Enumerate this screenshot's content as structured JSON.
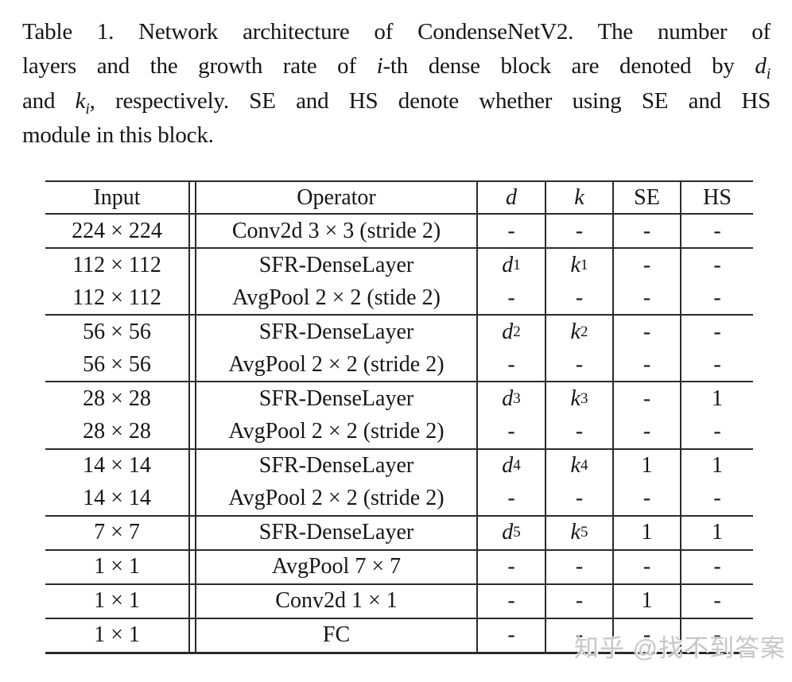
{
  "caption": {
    "lines": [
      {
        "justify": true,
        "segments": [
          {
            "t": "Table 1. Network architecture of CondenseNetV2. The number of"
          }
        ]
      },
      {
        "justify": true,
        "segments": [
          {
            "t": "layers and the growth rate of "
          },
          {
            "t": "i",
            "italic": true
          },
          {
            "t": "-th dense block are denoted by "
          },
          {
            "t": "d",
            "italic": true
          },
          {
            "t": "i",
            "italic": true,
            "sub": true
          }
        ]
      },
      {
        "justify": true,
        "segments": [
          {
            "t": "and "
          },
          {
            "t": "k",
            "italic": true
          },
          {
            "t": "i",
            "italic": true,
            "sub": true
          },
          {
            "t": ", respectively. SE and HS denote whether using SE and HS"
          }
        ]
      },
      {
        "justify": false,
        "segments": [
          {
            "t": "module in this block."
          }
        ]
      }
    ]
  },
  "table": {
    "headers": [
      {
        "label": "Input",
        "math": false
      },
      {
        "label": "Operator",
        "math": false
      },
      {
        "label": "d",
        "math": true
      },
      {
        "label": "k",
        "math": true
      },
      {
        "label": "SE",
        "math": false
      },
      {
        "label": "HS",
        "math": false
      }
    ],
    "rows": [
      {
        "input": "224 × 224",
        "op": "Conv2d 3 × 3 (stride 2)",
        "d": "-",
        "k": "-",
        "se": "-",
        "hs": "-",
        "rule": true
      },
      {
        "input": "112 × 112",
        "op": "SFR-DenseLayer",
        "d": "d_1",
        "k": "k_1",
        "se": "-",
        "hs": "-",
        "rule": false
      },
      {
        "input": "112 × 112",
        "op": "AvgPool 2 × 2 (stide 2)",
        "d": "-",
        "k": "-",
        "se": "-",
        "hs": "-",
        "rule": true
      },
      {
        "input": "56 × 56",
        "op": "SFR-DenseLayer",
        "d": "d_2",
        "k": "k_2",
        "se": "-",
        "hs": "-",
        "rule": false
      },
      {
        "input": "56 × 56",
        "op": "AvgPool 2 × 2 (stride 2)",
        "d": "-",
        "k": "-",
        "se": "-",
        "hs": "-",
        "rule": true
      },
      {
        "input": "28 × 28",
        "op": "SFR-DenseLayer",
        "d": "d_3",
        "k": "k_3",
        "se": "-",
        "hs": "1",
        "rule": false
      },
      {
        "input": "28 × 28",
        "op": "AvgPool 2 × 2 (stride 2)",
        "d": "-",
        "k": "-",
        "se": "-",
        "hs": "-",
        "rule": true
      },
      {
        "input": "14 × 14",
        "op": "SFR-DenseLayer",
        "d": "d_4",
        "k": "k_4",
        "se": "1",
        "hs": "1",
        "rule": false
      },
      {
        "input": "14 × 14",
        "op": "AvgPool 2 × 2 (stride 2)",
        "d": "-",
        "k": "-",
        "se": "-",
        "hs": "-",
        "rule": true
      },
      {
        "input": "7 × 7",
        "op": "SFR-DenseLayer",
        "d": "d_5",
        "k": "k_5",
        "se": "1",
        "hs": "1",
        "rule": true
      },
      {
        "input": "1 × 1",
        "op": "AvgPool 7 × 7",
        "d": "-",
        "k": "-",
        "se": "-",
        "hs": "-",
        "rule": true
      },
      {
        "input": "1 × 1",
        "op": "Conv2d 1 × 1",
        "d": "-",
        "k": "-",
        "se": "1",
        "hs": "-",
        "rule": true
      },
      {
        "input": "1 × 1",
        "op": "FC",
        "d": "-",
        "k": "-",
        "se": "-",
        "hs": "-",
        "rule": false
      }
    ]
  },
  "watermark": {
    "text": "知乎 @找不到答案",
    "color": "#c7c7c7"
  },
  "colors": {
    "text": "#161616",
    "background": "#ffffff",
    "rule": "#2b2b2b"
  }
}
